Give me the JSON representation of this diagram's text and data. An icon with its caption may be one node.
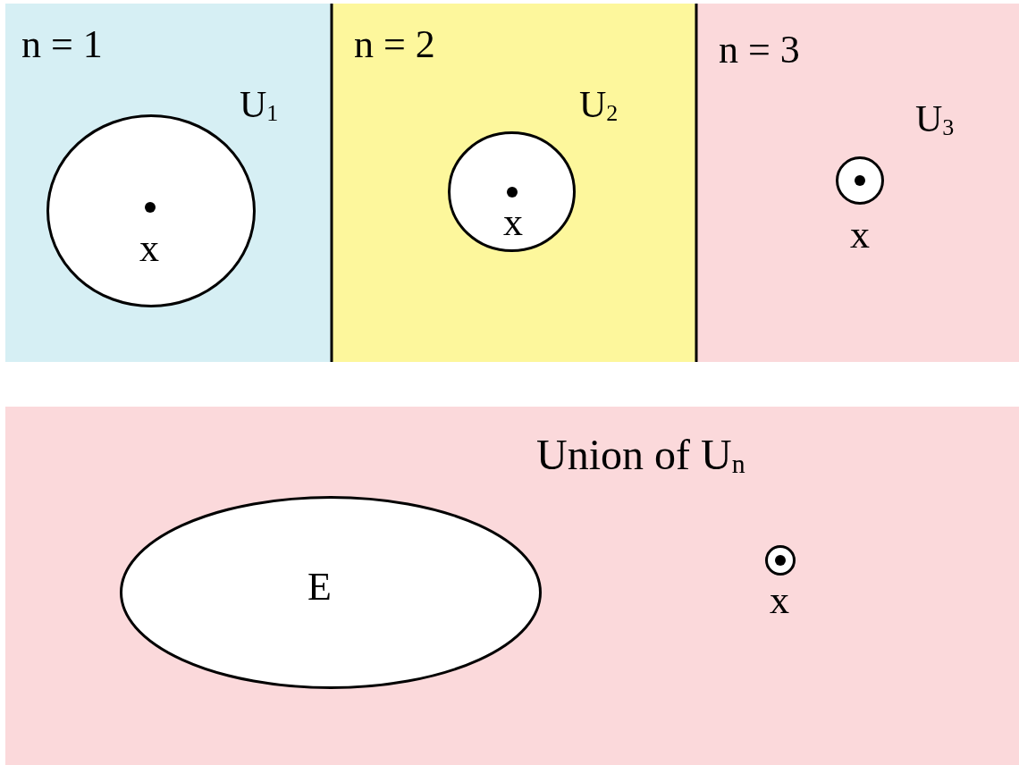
{
  "diagram": {
    "nodes": [
      {
        "text": [
          "n = 1",
          "U$_{1}$"
        ]
      },
      {
        "text": [
          "x"
        ],
        "in": 0
      },
      {
        "text": [
          "n = 2",
          "U$_{2}$"
        ]
      },
      {
        "text": [
          "x"
        ],
        "in": 2
      },
      {
        "text": [
          "n = 3",
          "U$_{3}$"
        ]
      },
      {
        "text": [],
        "shape": "circle",
        "in": 4,
        "beside": [
          "x"
        ]
      },
      {
        "text": [
          "Union of U$_{n}$"
        ]
      },
      {
        "text": [
          "E"
        ],
        "in": 6
      },
      {
        "text": [],
        "shape": "circle",
        "in": 6,
        "beside": [
          "x"
        ]
      }
    ]
  }
}
